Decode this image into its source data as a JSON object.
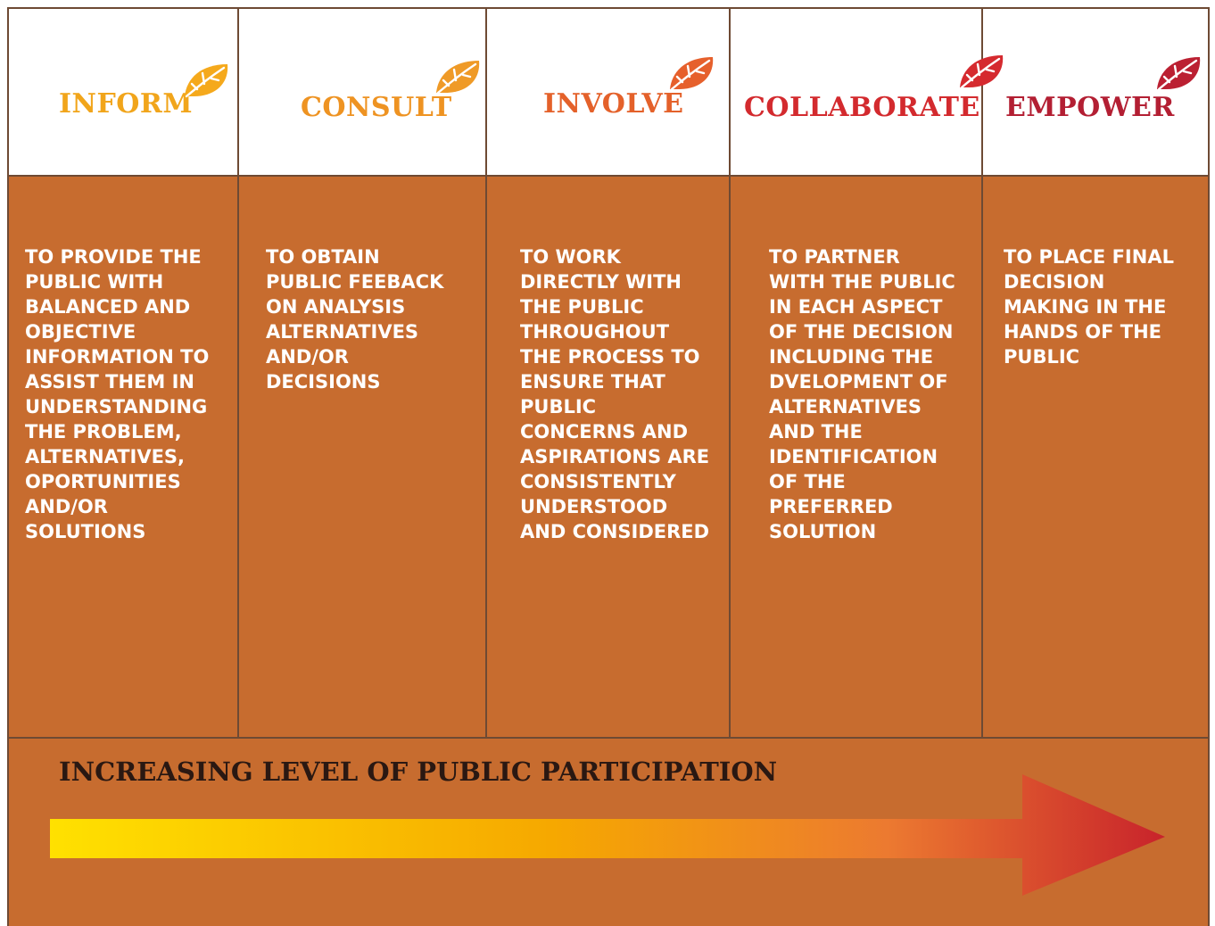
{
  "colors": {
    "background": "#c76c2f",
    "header_background": "#ffffff",
    "divider": "#6e4a34",
    "body_text": "#ffffff",
    "footer_text": "#2a1812",
    "arrow_gradient": [
      "#ffe100",
      "#f6a800",
      "#ec7a30",
      "#c8232b"
    ]
  },
  "columns": [
    {
      "title": "INFORM",
      "title_color": "#f1a51b",
      "leaf_icon": "leaf-icon",
      "leaf_color": "#f5a91c",
      "description": "TO PROVIDE THE\nPUBLIC WITH\nBALANCED AND\nOBJECTIVE\nINFORMATION TO\nASSIST THEM IN\nUNDERSTANDING\nTHE PROBLEM,\nALTERNATIVES,\nOPORTUNITIES\nAND/OR\nSOLUTIONS"
    },
    {
      "title": "CONSULT",
      "title_color": "#ee9322",
      "leaf_icon": "leaf-icon",
      "leaf_color": "#ef9a27",
      "description": "TO OBTAIN\nPUBLIC FEEBACK\nON ANALYSIS\nALTERNATIVES\nAND/OR\nDECISIONS"
    },
    {
      "title": "INVOLVE",
      "title_color": "#e4612a",
      "leaf_icon": "leaf-icon",
      "leaf_color": "#e6602c",
      "description": "TO WORK\nDIRECTLY WITH\nTHE PUBLIC\nTHROUGHOUT\nTHE PROCESS TO\nENSURE THAT\nPUBLIC\nCONCERNS AND\nASPIRATIONS ARE\nCONSISTENTLY\nUNDERSTOOD\nAND CONSIDERED"
    },
    {
      "title": "COLLABORATE",
      "title_color": "#d32a2e",
      "leaf_icon": "leaf-icon",
      "leaf_color": "#d52a2f",
      "description": "TO PARTNER\nWITH THE PUBLIC\nIN EACH ASPECT\nOF THE DECISION\nINCLUDING THE\nDVELOPMENT OF\nALTERNATIVES\nAND THE\nIDENTIFICATION\nOF THE\nPREFERRED\nSOLUTION"
    },
    {
      "title": "EMPOWER",
      "title_color": "#b31f33",
      "leaf_icon": "leaf-icon",
      "leaf_color": "#bb2032",
      "description": "TO PLACE FINAL\nDECISION\nMAKING IN THE\nHANDS OF THE\nPUBLIC"
    }
  ],
  "footer": {
    "title": "INCREASING LEVEL OF PUBLIC PARTICIPATION",
    "arrow_icon": "gradient-arrow-icon"
  }
}
